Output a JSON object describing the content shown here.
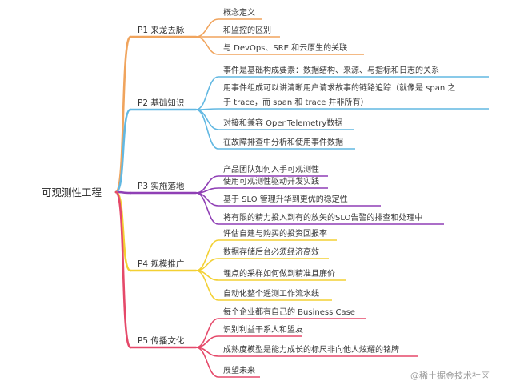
{
  "root": {
    "label": "可观测性工程"
  },
  "branches": [
    {
      "label": "P1 来龙去脉",
      "color": "#F0A45D",
      "items": [
        "概念定义",
        "和监控的区别",
        "与 DevOps、SRE 和云原生的关联"
      ]
    },
    {
      "label": "P2 基础知识",
      "color": "#62B8E2",
      "items": [
        "事件是基础构成要素：数据结构、来源、与指标和日志的关系",
        [
          "用事件组成可以讲清晰用户请求故事的链路追踪（就像是 span 之",
          "于 trace，而 span 和 trace 并非所有）"
        ],
        "对接和兼容 OpenTelemetry数据",
        "在故障排查中分析和使用事件数据"
      ]
    },
    {
      "label": "P3 实施落地",
      "color": "#8F3FB5",
      "items": [
        "产品团队如何入手可观测性",
        "使用可观测性驱动开发实践",
        "基于 SLO 管理升华到更优的稳定性",
        "将有限的精力投入到有的放矢的SLO告警的排查和处理中"
      ]
    },
    {
      "label": "P4 规模推广",
      "color": "#F3D033",
      "items": [
        "评估自建与购买的投资回报率",
        "数据存储后台必须经济高效",
        "埋点的采样如何做到精准且廉价",
        "自动化整个遥测工作流水线"
      ]
    },
    {
      "label": "P5 传播文化",
      "color": "#E5496A",
      "items": [
        "每个企业都有自己的 Business Case",
        "识别利益干系人和盟友",
        "成熟度模型是能力成长的标尺非向他人炫耀的铭牌",
        "展望未来"
      ]
    }
  ],
  "watermark": "@稀土掘金技术社区"
}
